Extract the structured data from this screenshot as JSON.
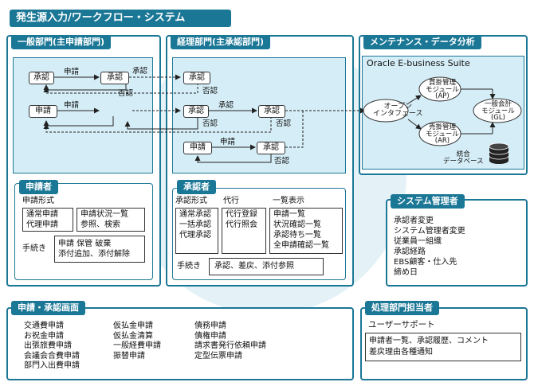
{
  "title": "発生源入力/ワークフロー・システム",
  "general": {
    "header": "一般部門(主申請部門)",
    "nodes": [
      "承認",
      "承認",
      "申請"
    ],
    "labels": [
      "申請",
      "承認",
      "否認",
      "申請"
    ],
    "applicant": {
      "header": "申請者",
      "form_label": "申請形式",
      "form_left": [
        "通常申請",
        "代理申請"
      ],
      "form_right": [
        "申請状況一覧",
        "参照、検索"
      ],
      "proc_label": "手続き",
      "proc_lines": [
        "申請 保管 破棄",
        "添付追加、添付解除"
      ]
    }
  },
  "accounting": {
    "header": "経理部門(主承認部門)",
    "nodes": [
      "承認",
      "承認",
      "承認",
      "申請",
      "承認"
    ],
    "labels": [
      "否認",
      "承認",
      "否認",
      "否認",
      "申請",
      "否認"
    ],
    "approver": {
      "header": "承認者",
      "col1_label": "承認形式",
      "col1": [
        "通常承認",
        "一括承認",
        "代理承認"
      ],
      "col2_label": "代行",
      "col2": [
        "代行登録",
        "代行照会"
      ],
      "col3_label": "一覧表示",
      "col3": [
        "申請一覧",
        "状況確認一覧",
        "承認待ち一覧",
        "全申請確認一覧"
      ],
      "proc_label": "手続き",
      "proc": "承認、差戻、添付参照"
    }
  },
  "maintenance": {
    "header": "メンテナンス・データ分析",
    "suite": "Oracle E-business Suite",
    "open_if": [
      "オープン",
      "インタフェース"
    ],
    "ap": [
      "買掛管理",
      "モジュール",
      "(AP)"
    ],
    "gl": [
      "一般会計",
      "モジュール",
      "(GL)"
    ],
    "ar": [
      "売掛管理",
      "モジュール",
      "(AR)"
    ],
    "db": [
      "統合",
      "データベース"
    ]
  },
  "sysadmin": {
    "header": "システム管理者",
    "items": [
      "承認者変更",
      "システム管理者変更",
      "従業員一組織",
      "承認経路",
      "EBS顧客・仕入先",
      "締め日"
    ]
  },
  "screens": {
    "header": "申請・承認画面",
    "col1": [
      "交通費申請",
      "お祝金申請",
      "出張旅費申請",
      "会議会合費申請",
      "部門入出費申請"
    ],
    "col2": [
      "仮払金申請",
      "仮払金清算",
      "一般経費申請",
      "振替申請"
    ],
    "col3": [
      "債務申請",
      "債権申請",
      "請求書発行依頼申請",
      "定型伝票申請"
    ]
  },
  "handler": {
    "header": "処理部門担当者",
    "subtitle": "ユーザーサポート",
    "lines": [
      "申請者一覧、承認履歴、コメント",
      "差戻理由各種通知"
    ]
  },
  "colors": {
    "accent": "#1b7796",
    "light": "#d5edf6"
  }
}
